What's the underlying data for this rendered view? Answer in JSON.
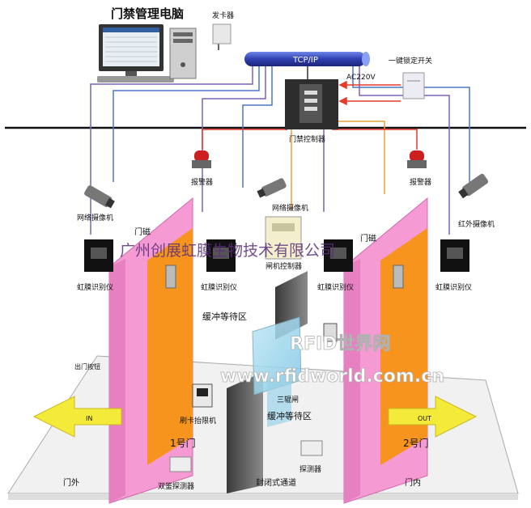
{
  "title": "门禁管理电脑",
  "network": {
    "bus_label": "TCP/IP",
    "power_label": "AC220V"
  },
  "devices": {
    "card_issuer": "发卡器",
    "lock_switch": "一键锁定开关",
    "access_controller": "门禁控制器",
    "alarm_left": "报警器",
    "alarm_right": "报警器",
    "camera_left": "网络摄像机",
    "camera_mid": "网络摄像机",
    "camera_right": "红外摄像机",
    "door_bolt_left": "门磁",
    "door_bolt_right": "门磁",
    "gate_controller": "闸机控制器",
    "iris_1": "虹膜识别仪",
    "iris_2": "虹膜识别仪",
    "iris_3": "虹膜识别仪",
    "iris_4": "虹膜识别仪",
    "card_reader": "刷卡抬限机",
    "turnstile": "三辊闸",
    "exit_button": "出门按钮",
    "detector_left": "双鉴探测器",
    "detector_right": "探测器"
  },
  "zones": {
    "buffer_top": "缓冲等待区",
    "buffer_bottom": "缓冲等待区",
    "door1": "1号门",
    "door2": "2号门",
    "outside": "门外",
    "inside": "门内",
    "channel": "封闭式通道"
  },
  "arrows": {
    "in": "IN",
    "out": "OUT"
  },
  "watermarks": {
    "company": "广州创展虹膜生物技术有限公司",
    "brand": "RFID世界网",
    "url": "www.rfidworld.com.cn"
  },
  "colors": {
    "door_pink": "#f59ad3",
    "door_orange": "#f7941d",
    "bus_blue": "#2f3fb0",
    "wire_red": "#e63a2b",
    "wire_purple": "#7a62b8",
    "wire_blue": "#4a78c8",
    "wire_orange": "#e8a13a",
    "arrow_yellow": "#f4ea3a"
  }
}
